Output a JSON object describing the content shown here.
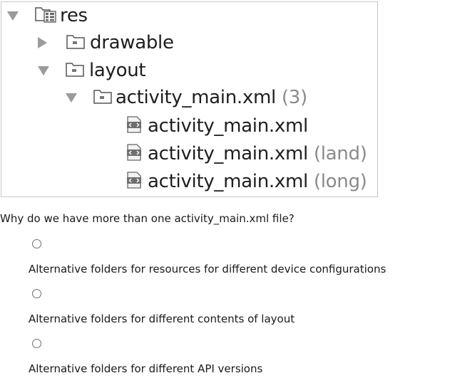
{
  "tree": {
    "root": {
      "name": "res"
    },
    "drawable": {
      "name": "drawable"
    },
    "layout": {
      "name": "layout"
    },
    "group": {
      "name": "activity_main.xml",
      "count": "(3)"
    },
    "files": [
      {
        "name": "activity_main.xml",
        "qualifier": ""
      },
      {
        "name": "activity_main.xml",
        "qualifier": "(land)"
      },
      {
        "name": "activity_main.xml",
        "qualifier": "(long)"
      }
    ]
  },
  "quiz": {
    "question": "Why do we have more than one activity_main.xml file?",
    "options": [
      {
        "label": "Alternative folders for resources for different device configurations"
      },
      {
        "label": "Alternative folders for different contents of layout"
      },
      {
        "label": "Alternative folders for different API versions"
      }
    ]
  },
  "colors": {
    "tree_text": "#1e1e1e",
    "qualifier_text": "#8a8a8a",
    "arrow": "#9b9b9b",
    "frame_border": "#c8c8c8"
  },
  "icons": {
    "expanded": "triangle-down-icon",
    "collapsed": "triangle-right-icon",
    "resource_folder": "resource-folder-icon",
    "folder": "folder-icon",
    "xml_file": "xml-file-icon"
  }
}
